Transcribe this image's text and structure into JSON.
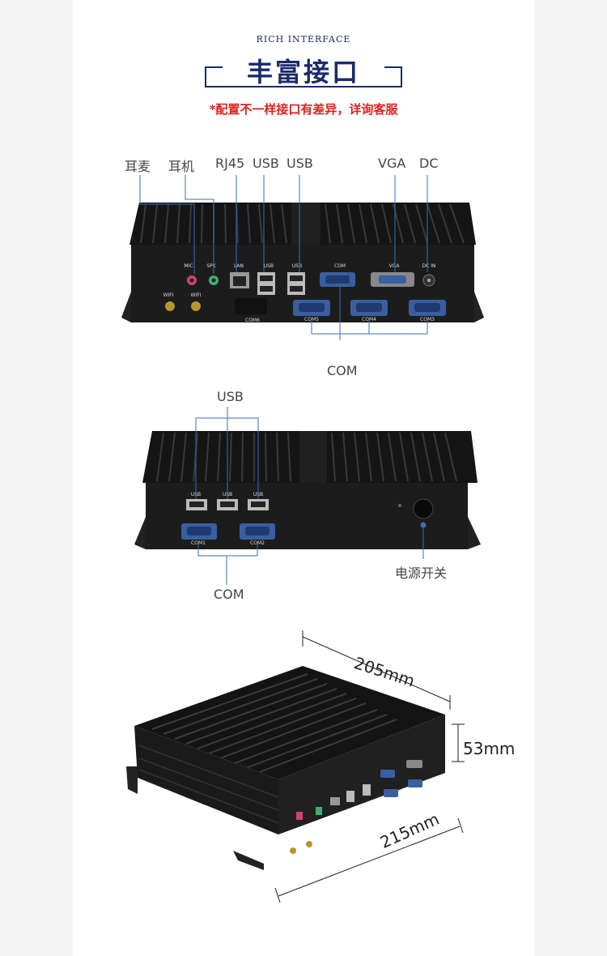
{
  "header": {
    "subtitle_en": "RICH INTERFACE",
    "title_zh": "丰富接口",
    "notice": "*配置不一样接口有差异，详询客服"
  },
  "front_panel": {
    "callouts": {
      "mic": "耳麦",
      "headphone": "耳机",
      "rj45": "RJ45",
      "usb1": "USB",
      "usb2": "USB",
      "vga": "VGA",
      "dc": "DC",
      "com": "COM"
    },
    "silk": {
      "mic": "MIC",
      "spk": "SPK",
      "lan": "LAN",
      "usb_a": "USB",
      "usb_b": "USB",
      "com_top": "COM",
      "vga": "VGA",
      "dcin": "DC IN",
      "wifi_a": "WIFI",
      "wifi_b": "WIFI",
      "com6": "COM6",
      "com5": "COM5",
      "com4": "COM4",
      "com3": "COM3"
    }
  },
  "rear_panel": {
    "callouts": {
      "usb": "USB",
      "com": "COM",
      "power": "电源开关"
    },
    "silk": {
      "usb_1": "USB",
      "usb_2": "USB",
      "usb_3": "USB",
      "com1": "COM1",
      "com2": "COM2"
    }
  },
  "dimensions": {
    "depth": "205mm",
    "height": "53mm",
    "width": "215mm"
  },
  "colors": {
    "accent_blue": "#1a2a6c",
    "notice_red": "#e02020",
    "callout_line": "#3a6fb5",
    "chassis": "#1a1a1a"
  }
}
